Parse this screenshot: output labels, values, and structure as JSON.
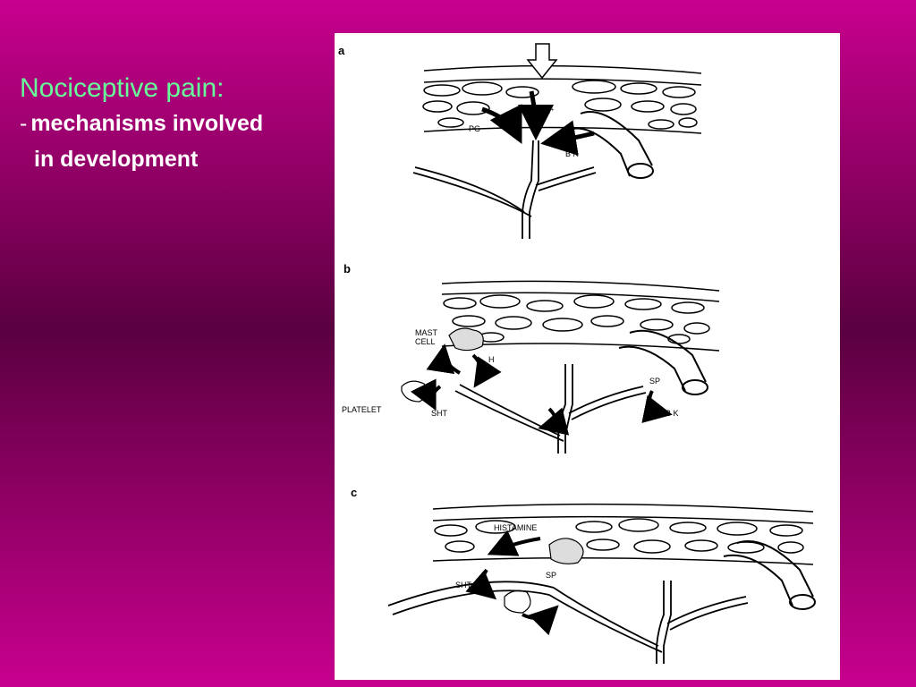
{
  "slide": {
    "title": "Nociceptive pain:",
    "bullet_dash": "-",
    "bullet_line1": "mechanisms involved",
    "bullet_line2": "in development"
  },
  "figure": {
    "panels": [
      {
        "letter": "a",
        "labels": {
          "k": "K⁺",
          "pg": "PG",
          "bk": "B K"
        }
      },
      {
        "letter": "b",
        "labels": {
          "mast": "MAST",
          "cell": "CELL",
          "sp1": "SP",
          "h": "H",
          "platelet": "PLATELET",
          "sht": "SHT",
          "sp2": "SP",
          "bk": "B K"
        }
      },
      {
        "letter": "c",
        "labels": {
          "histamine": "HISTAMINE",
          "sp": "SP",
          "sht": "SHT"
        }
      }
    ]
  }
}
